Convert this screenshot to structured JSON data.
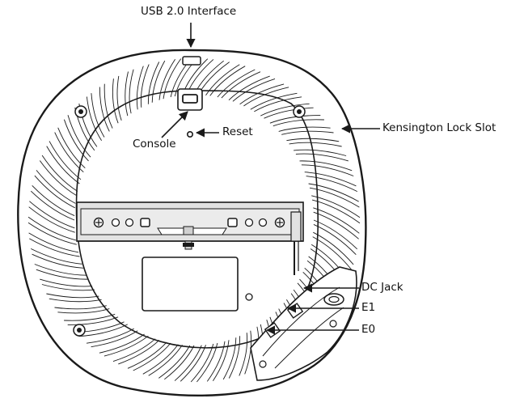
{
  "labels": {
    "usb": "USB 2.0 Interface",
    "console": "Console",
    "reset": "Reset",
    "kensington": "Kensington Lock Slot",
    "dc_jack": "DC Jack",
    "e1": "E1",
    "e0": "E0"
  },
  "colors": {
    "line": "#1a1a1a",
    "body_fill": "#ffffff",
    "bracket_fill": "#e2e2e2",
    "ridge_shade": "#f2f2f2"
  }
}
